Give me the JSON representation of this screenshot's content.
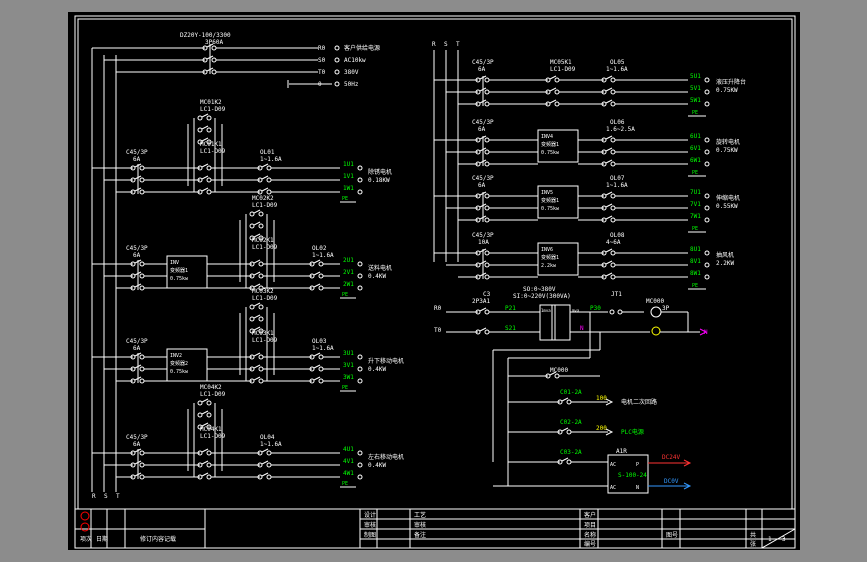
{
  "main_breaker": {
    "model": "DZ20Y-100/3300",
    "current": "3P60A"
  },
  "supply": {
    "terminals": [
      "R0",
      "S0",
      "T0",
      "0"
    ],
    "notes": [
      "客户供给电源",
      "AC10kw",
      "380V",
      "50Hz"
    ]
  },
  "buses": {
    "left": [
      "R",
      "S",
      "T"
    ],
    "right": [
      "R",
      "S",
      "T"
    ]
  },
  "motors_left": [
    {
      "breaker": "C45/3P",
      "rating": "6A",
      "contactor_a": "MC01K2",
      "contactor_a_model": "LC1-D09",
      "contactor_b": "MC01K1",
      "contactor_b_model": "LC1-D09",
      "overload": "OL01",
      "overload_range": "1~1.6A",
      "terminals": [
        "1U1",
        "1V1",
        "1W1"
      ],
      "desc": "除锈电机",
      "power": "0.18KW",
      "vfd": null
    },
    {
      "breaker": "C45/3P",
      "rating": "6A",
      "contactor_a": "MC02K2",
      "contactor_a_model": "LC1-D09",
      "contactor_b": "MC02K1",
      "contactor_b_model": "LC1-D09",
      "overload": "OL02",
      "overload_range": "1~1.6A",
      "terminals": [
        "2U1",
        "2V1",
        "2W1"
      ],
      "desc": "送料电机",
      "power": "0.4KW",
      "vfd": {
        "id": "INV",
        "name": "变频器1",
        "power": "0.75kw"
      }
    },
    {
      "breaker": "C45/3P",
      "rating": "6A",
      "contactor_a": "MC03K2",
      "contactor_a_model": "LC1-D09",
      "contactor_b": "MC03K1",
      "contactor_b_model": "LC1-D09",
      "overload": "OL03",
      "overload_range": "1~1.6A",
      "terminals": [
        "3U1",
        "3V1",
        "3W1"
      ],
      "desc": "升下移动电机",
      "power": "0.4KW",
      "vfd": {
        "id": "INV2",
        "name": "变频器2",
        "power": "0.75kw"
      }
    },
    {
      "breaker": "C45/3P",
      "rating": "6A",
      "contactor_a": "MC04K2",
      "contactor_a_model": "LC1-D09",
      "contactor_b": "MC04K1",
      "contactor_b_model": "LC1-D09",
      "overload": "OL04",
      "overload_range": "1~1.6A",
      "terminals": [
        "4U1",
        "4V1",
        "4W1"
      ],
      "desc": "左右移动电机",
      "power": "0.4KW",
      "vfd": null
    }
  ],
  "motors_right": [
    {
      "breaker": "C45/3P",
      "rating": "6A",
      "contactor": "MC05K1",
      "contactor_model": "LC1-D09",
      "overload": "OL05",
      "overload_range": "1~1.6A",
      "terminals": [
        "5U1",
        "5V1",
        "5W1"
      ],
      "desc": "液压升降台",
      "power": "0.75KW",
      "vfd": null
    },
    {
      "breaker": "C45/3P",
      "rating": "6A",
      "contactor": null,
      "contactor_model": null,
      "overload": "OL06",
      "overload_range": "1.6~2.5A",
      "terminals": [
        "6U1",
        "6V1",
        "6W1"
      ],
      "desc": "旋转电机",
      "power": "0.75KW",
      "vfd": {
        "id": "INV4",
        "name": "变频器1",
        "power": "0.75kw"
      }
    },
    {
      "breaker": "C45/3P",
      "rating": "6A",
      "contactor": null,
      "contactor_model": null,
      "overload": "OL07",
      "overload_range": "1~1.6A",
      "terminals": [
        "7U1",
        "7V1",
        "7W1"
      ],
      "desc": "伸缩电机",
      "power": "0.55KW",
      "vfd": {
        "id": "INV5",
        "name": "变频器1",
        "power": "0.75kw"
      }
    },
    {
      "breaker": "C45/3P",
      "rating": "10A",
      "contactor": null,
      "contactor_model": null,
      "overload": "OL08",
      "overload_range": "4~6A",
      "terminals": [
        "8U1",
        "8V1",
        "8W1"
      ],
      "desc": "抽风机",
      "power": "2.2KW",
      "vfd": {
        "id": "INV6",
        "name": "变频器1",
        "power": "2.2kw"
      }
    }
  ],
  "control": {
    "inputs": [
      "R0",
      "T0"
    ],
    "breaker": "C3",
    "breaker_model": "2P3A1",
    "wires": [
      "P21",
      "S21",
      "P30",
      "N"
    ],
    "transformer": [
      "SO:0~380V",
      "SI:0~220V(300VA)"
    ],
    "transformer_side_labels": [
      "1mva",
      "mva"
    ],
    "fuse": "JT1",
    "lamp": "MC000",
    "lamp_tag": "3P",
    "main_contactor": "MC000",
    "branches": [
      {
        "breaker": "C01-2A",
        "wire": "100",
        "desc": "电机二次回路",
        "color": "#ffffff"
      },
      {
        "breaker": "C02-2A",
        "wire": "200",
        "desc": "PLC电源",
        "color": "#00ff00"
      },
      {
        "breaker": "C03-2A",
        "wire": "",
        "desc": "",
        "color": "#ffffff"
      }
    ],
    "psu": {
      "model": "A1R",
      "rating": "S-100-24",
      "ac": "AC",
      "out_pos": "P",
      "out_neg": "N"
    },
    "dc_outputs": [
      {
        "label": "DC24V",
        "color": "#ff3333"
      },
      {
        "label": "DC0V",
        "color": "#3399ff"
      }
    ]
  },
  "title_block": {
    "left_labels": [
      "项次",
      "日期",
      "修订内容记载"
    ],
    "mid_labels": [
      "设计",
      "审核",
      "制图",
      "工艺",
      "审核",
      "备注"
    ],
    "right_labels": [
      "客户",
      "项目",
      "名称",
      "编号",
      "图号",
      "共",
      "张"
    ],
    "sheet": "1",
    "total": "3"
  }
}
